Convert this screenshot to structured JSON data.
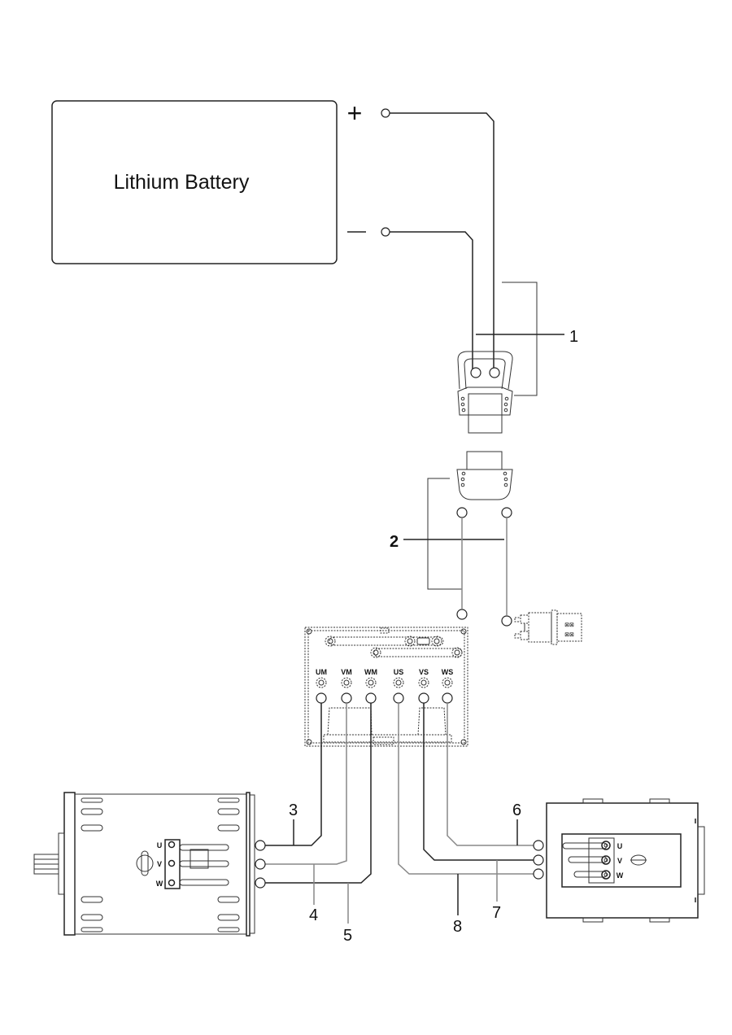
{
  "diagram": {
    "battery": {
      "label": "Lithium Battery",
      "positive_symbol": "+",
      "negative_symbol": "—"
    },
    "callouts": [
      "1",
      "2",
      "3",
      "4",
      "5",
      "6",
      "7",
      "8"
    ],
    "controller": {
      "terminals": [
        "UM",
        "VM",
        "WM",
        "US",
        "VS",
        "WS"
      ]
    },
    "traction_motor": {
      "terminals": [
        "U",
        "V",
        "W"
      ]
    },
    "pump_motor": {
      "terminals": [
        "U",
        "V",
        "W"
      ]
    }
  }
}
